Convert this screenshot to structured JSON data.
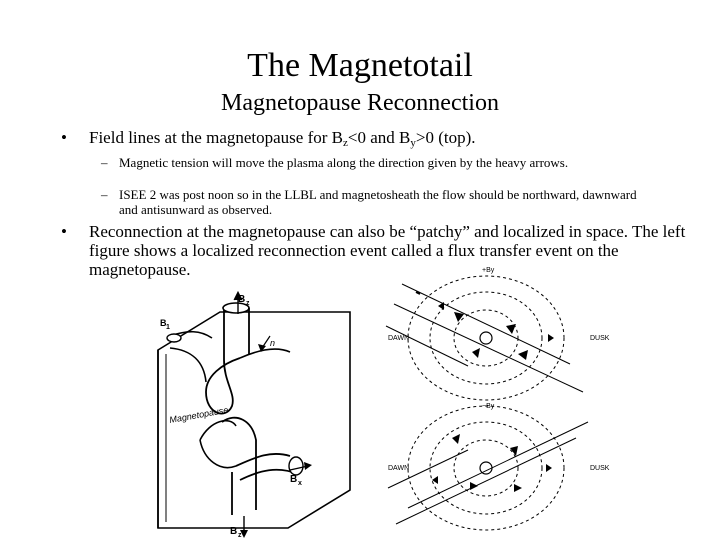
{
  "title": "The Magnetotail",
  "subtitle": "Magnetopause Reconnection",
  "bullet1": {
    "mark": "•",
    "text_a": "Field lines at the magnetopause for B",
    "sub_z": "z",
    "text_b": "<0 and B",
    "sub_y": "y",
    "text_c": ">0 (top).",
    "subitems": [
      "Magnetic tension will move the plasma along the direction given by the heavy arrows.",
      "ISEE 2 was post noon so in the LLBL and magnetosheath the flow should be northward, dawnward and antisunward as observed."
    ],
    "submark": "–"
  },
  "bullet2": {
    "mark": "•",
    "text": "Reconnection at the magnetopause can also be “patchy” and localized in space. The left figure shows a localized reconnection event called a flux transfer event on the magnetopause."
  },
  "left_figure": {
    "labels": {
      "bz_top": "B",
      "bz_top_sub": "z",
      "b1": "B",
      "b1_sub": "1",
      "n": "n",
      "magnetopause": "Magnetopause",
      "bx": "B",
      "bx_sub": "x",
      "bz_bottom": "B",
      "bz_bottom_sub": "z"
    }
  },
  "right_figure": {
    "top": {
      "pole": "+By",
      "left": "DAWN",
      "right": "DUSK"
    },
    "bottom": {
      "pole": "−By",
      "left": "DAWN",
      "right": "DUSK"
    }
  }
}
